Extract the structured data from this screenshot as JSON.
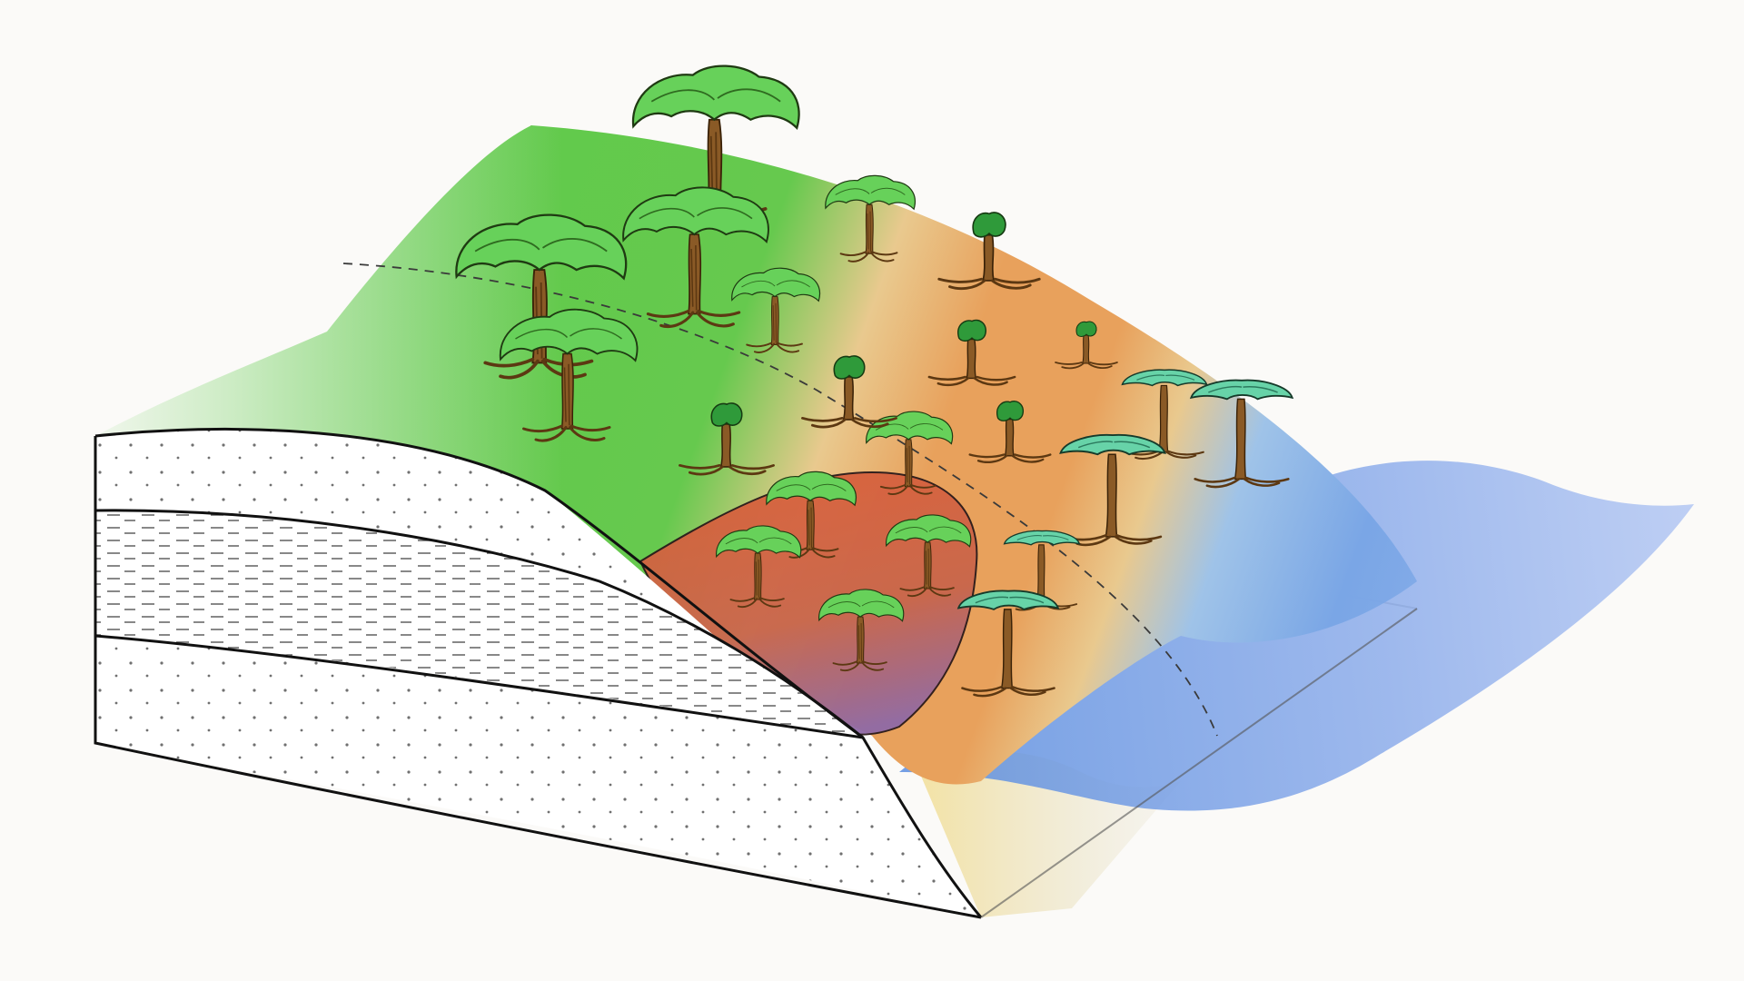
{
  "diagram": {
    "kind": "block-diagram",
    "labels": [],
    "colors": {
      "background": "#fbfaf8",
      "forest_green": "#5fca4a",
      "upland_tan": "#e9c98e",
      "dry_orange": "#e8a15c",
      "swamp_red": "#d8603c",
      "swamp_purple": "#9a6a9a",
      "coastal_teal": "#67d3a8",
      "water_blue": "#7aa6e6",
      "beach_sand": "#f3e3a8",
      "trunk_brown": "#8a5a26",
      "outline": "#1a1a1a"
    },
    "zones": [
      {
        "name": "forest-zone",
        "fill": "forest_green"
      },
      {
        "name": "dry-zone",
        "fill": "dry_orange"
      },
      {
        "name": "swamp-patch",
        "fill": "swamp_red"
      },
      {
        "name": "coastal-zone",
        "fill": "coastal_teal"
      },
      {
        "name": "sea",
        "fill": "water_blue"
      },
      {
        "name": "beach",
        "fill": "beach_sand"
      }
    ],
    "strata": [
      {
        "name": "upper-sand-layer",
        "pattern": "dots"
      },
      {
        "name": "shale-layer",
        "pattern": "dashes"
      },
      {
        "name": "lower-sand-layer",
        "pattern": "dots"
      }
    ],
    "tree_types": [
      {
        "name": "tall-canopy-tree",
        "icon": "tree-icon"
      },
      {
        "name": "small-shrub-tree",
        "icon": "shrub-icon"
      },
      {
        "name": "coastal-palm-tree",
        "icon": "palm-icon"
      }
    ]
  }
}
